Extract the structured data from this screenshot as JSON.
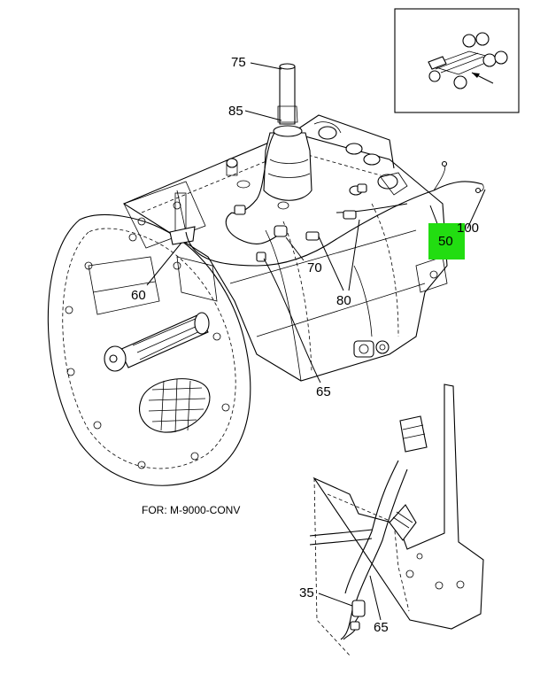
{
  "note_text": "FOR: M-9000-CONV",
  "highlight_color": "#22dd11",
  "callouts": {
    "c75": "75",
    "c85": "85",
    "c100": "100",
    "c50": "50",
    "c70": "70",
    "c60": "60",
    "c80": "80",
    "c65_main": "65",
    "c35": "35",
    "c65_detail": "65"
  }
}
